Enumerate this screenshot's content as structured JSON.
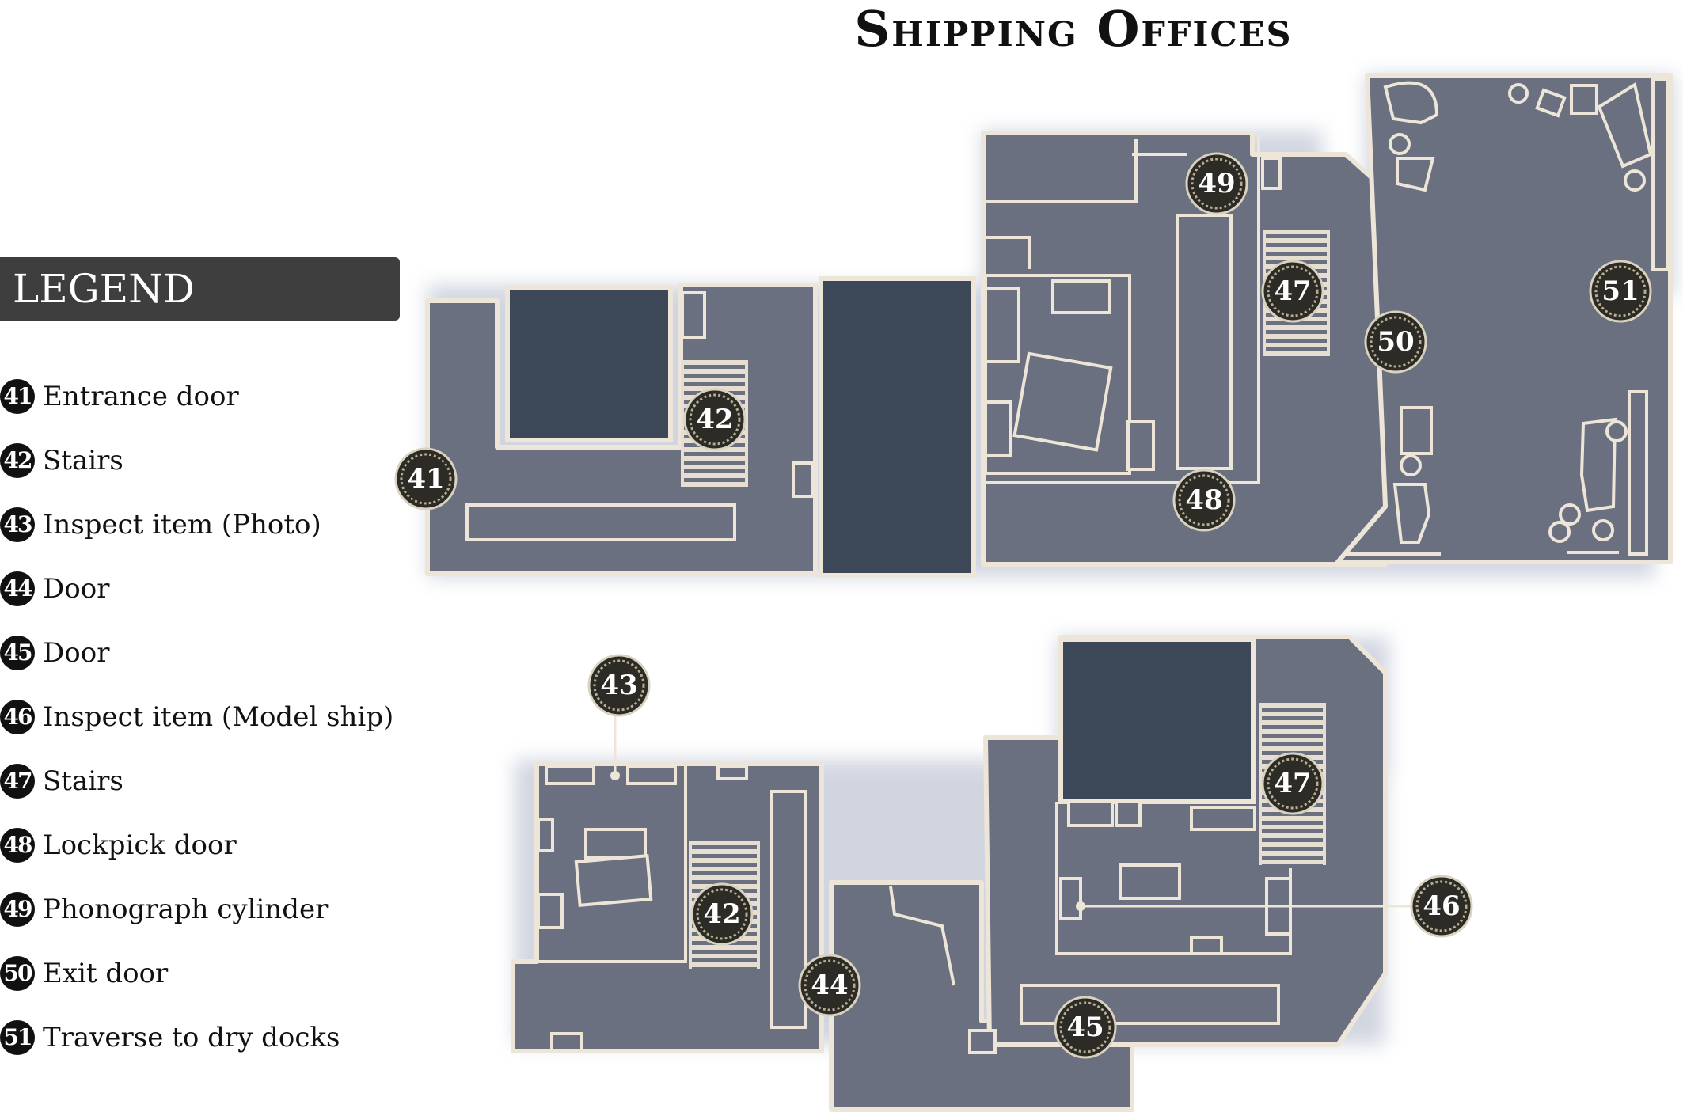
{
  "title": "Shipping Offices",
  "legend": {
    "header": "LEGEND",
    "items": [
      {
        "num": "41",
        "label": "Entrance door"
      },
      {
        "num": "42",
        "label": "Stairs"
      },
      {
        "num": "43",
        "label": "Inspect item (Photo)"
      },
      {
        "num": "44",
        "label": "Door"
      },
      {
        "num": "45",
        "label": "Door"
      },
      {
        "num": "46",
        "label": "Inspect item (Model ship)"
      },
      {
        "num": "47",
        "label": "Stairs"
      },
      {
        "num": "48",
        "label": "Lockpick door"
      },
      {
        "num": "49",
        "label": "Phonograph cylinder"
      },
      {
        "num": "50",
        "label": "Exit door"
      },
      {
        "num": "51",
        "label": "Traverse to dry docks"
      }
    ]
  },
  "markers": {
    "upper": [
      "41",
      "42",
      "47",
      "48",
      "49",
      "50",
      "51"
    ],
    "lower": [
      "42",
      "43",
      "44",
      "45",
      "46",
      "47"
    ]
  },
  "colors": {
    "floor": "#6b7080",
    "dark_room": "#3c4758",
    "walls": "#ede6d8",
    "legend_header": "#3e3e3e"
  }
}
